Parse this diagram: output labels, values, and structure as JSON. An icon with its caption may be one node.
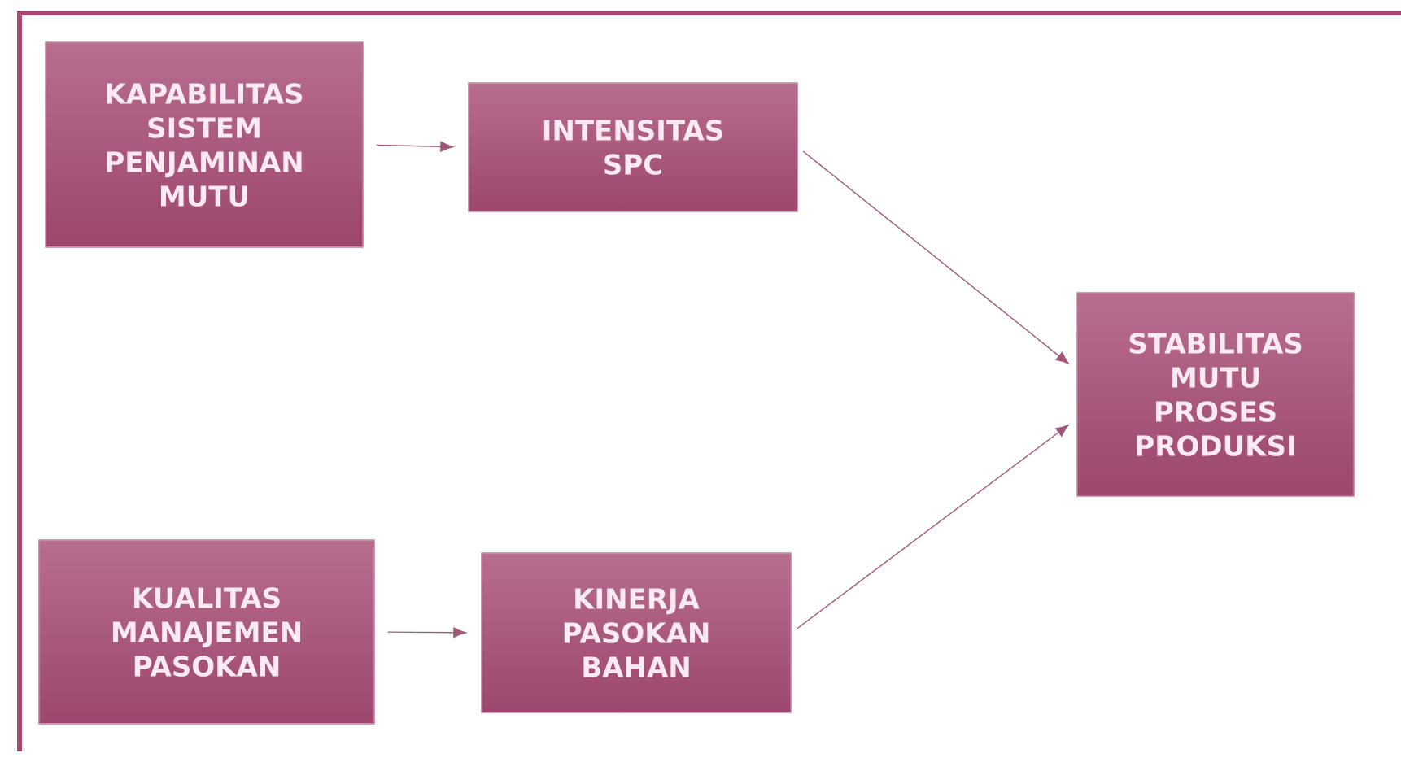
{
  "diagram": {
    "nodes": [
      {
        "text": [
          "KAPABILITAS SISTEM PENJAMINAN MUTU"
        ]
      },
      {
        "text": [
          "INTENSITAS SPC"
        ]
      },
      {
        "text": [
          "STABILITAS MUTU PROSES PRODUKSI"
        ]
      },
      {
        "text": [
          "KUALITAS MANAJEMEN PASOKAN"
        ]
      },
      {
        "text": [
          "KINERJA PASOKAN BAHAN"
        ]
      }
    ],
    "edges": [
      {
        "from": 0,
        "to": 1,
        "arrow": "to"
      },
      {
        "from": 1,
        "to": 2,
        "arrow": "to"
      },
      {
        "from": 3,
        "to": 4,
        "arrow": "to"
      },
      {
        "from": 4,
        "to": 2,
        "arrow": "to"
      }
    ]
  }
}
